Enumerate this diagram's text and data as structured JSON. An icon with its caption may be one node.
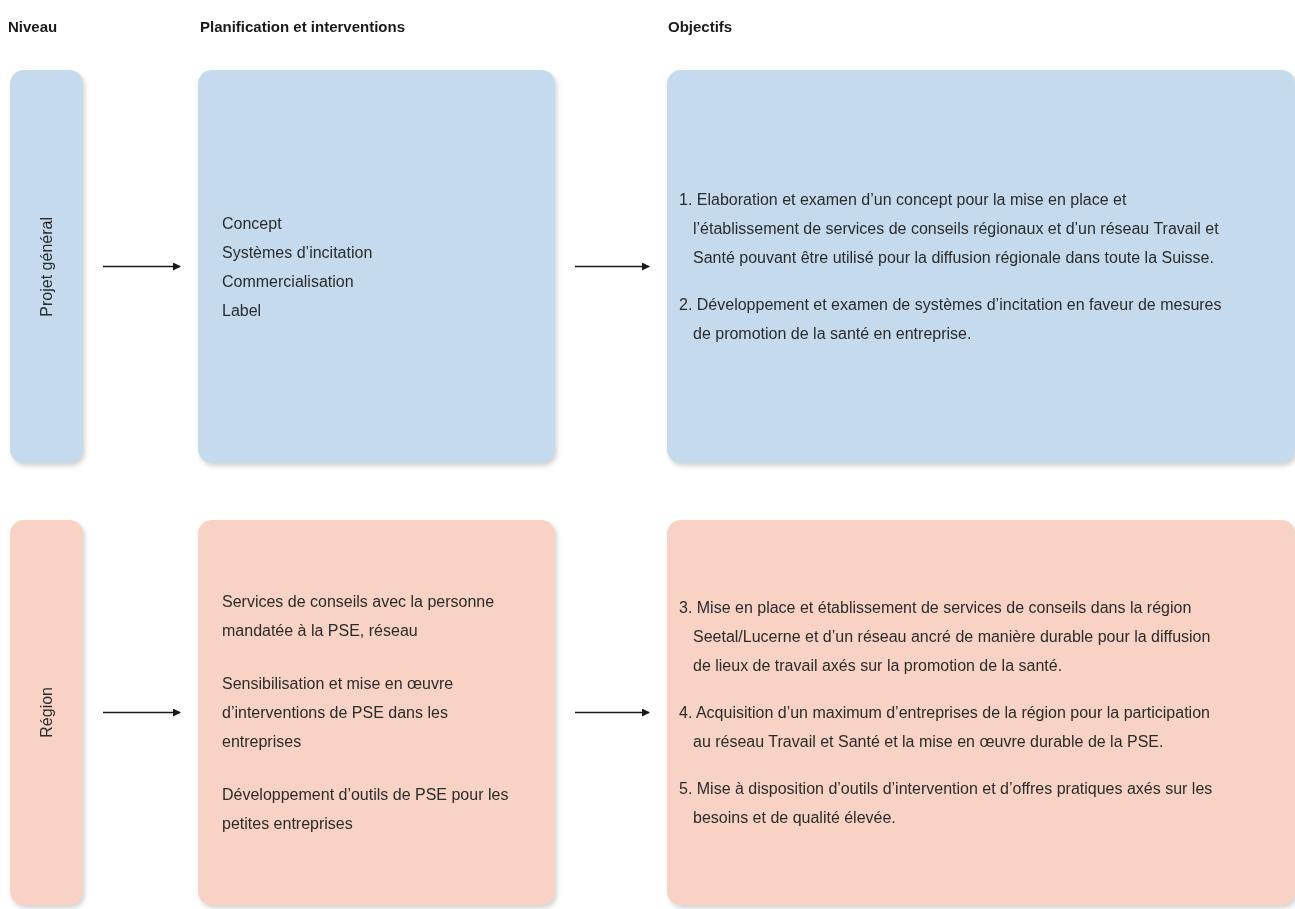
{
  "diagram": {
    "nodes": [
      {
        "text": [
          "Projet général"
        ]
      },
      {
        "text": [
          "Concept",
          "Systèmes d’incitation",
          "Commercialisation",
          "Label"
        ]
      },
      {
        "text": [
          "1. Elaboration et examen d’un concept pour la mise en place et l’établissement de services de conseils régionaux et d’un réseau Travail et Santé pouvant être utilisé pour la diffusion régionale dans toute la Suisse.",
          "2. Développement et examen de systèmes d’incitation en faveur de mesures de promotion de la santé en entreprise."
        ]
      },
      {
        "text": [
          "Région"
        ]
      },
      {
        "text": [
          "Services de conseils avec la personne mandatée à la PSE, réseau",
          "Sensibilisation et mise en œuvre d’interventions de PSE dans les entreprises",
          "Développement d’outils de PSE pour les petites entreprises"
        ]
      },
      {
        "text": [
          "3. Mise en place et établissement de services de conseils dans la région Seetal/Lucerne et d’un réseau ancré de manière durable pour la diffusion de lieux de travail axés sur la promotion de la santé.",
          "4. Acquisition d’un maximum d’entreprises de la région pour la participation au réseau Travail et Santé et la mise en œuvre durable de la PSE.",
          "5. Mise à disposition d’outils d’intervention et d’offres pratiques axés sur les besoins et de qualité élevée."
        ]
      }
    ],
    "edges": [
      {
        "from": 0,
        "to": 1,
        "arrow": "to"
      },
      {
        "from": 1,
        "to": 2,
        "arrow": "to"
      },
      {
        "from": 3,
        "to": 4,
        "arrow": "to"
      },
      {
        "from": 4,
        "to": 5,
        "arrow": "to"
      }
    ],
    "labels": [
      "Niveau",
      "Planification et interventions",
      "Objectifs"
    ]
  }
}
